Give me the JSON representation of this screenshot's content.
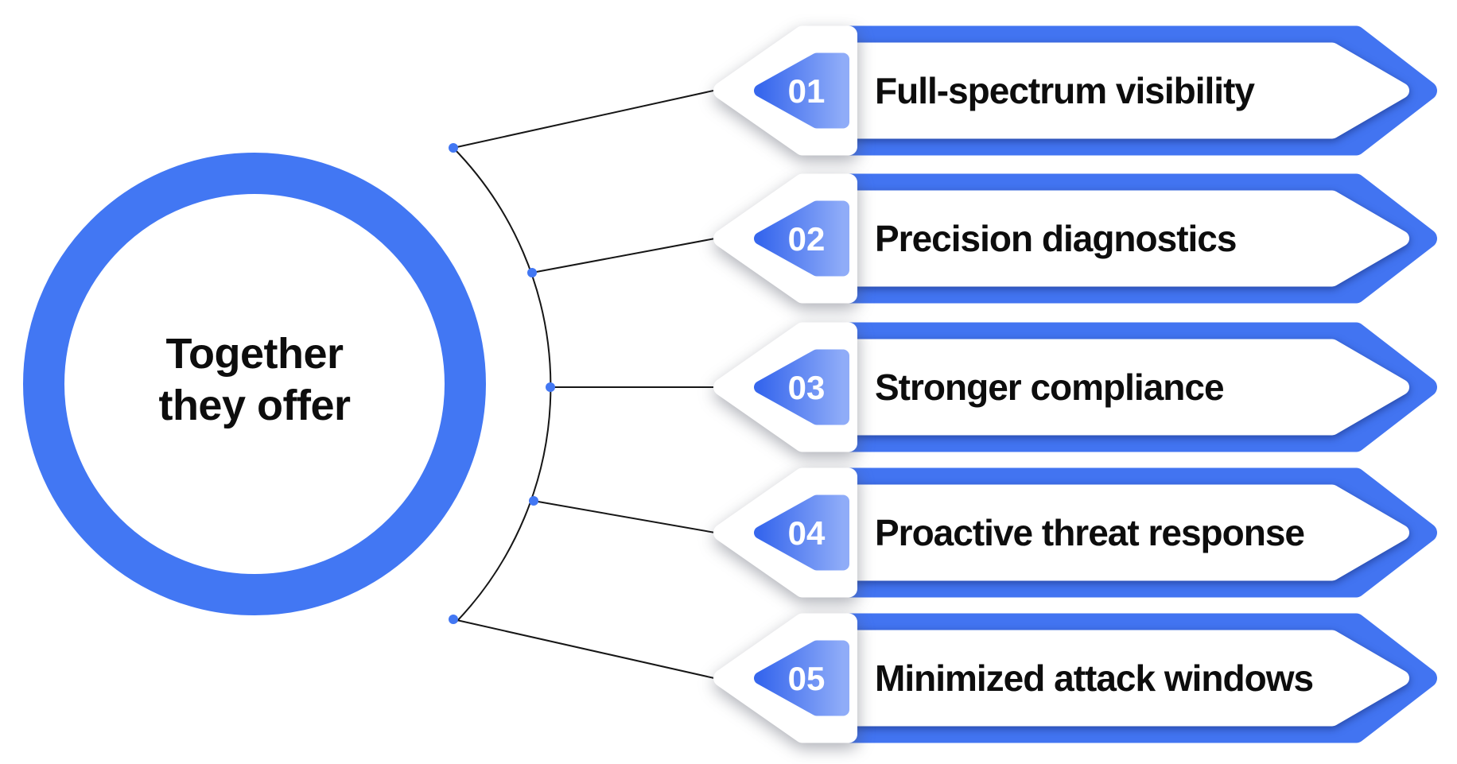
{
  "diagram": {
    "center_label": {
      "line1": "Together",
      "line2": "they offer"
    },
    "items": [
      {
        "number": "01",
        "title": "Full-spectrum visibility"
      },
      {
        "number": "02",
        "title": "Precision diagnostics"
      },
      {
        "number": "03",
        "title": "Stronger compliance"
      },
      {
        "number": "04",
        "title": "Proactive threat response"
      },
      {
        "number": "05",
        "title": "Minimized attack windows"
      }
    ],
    "colors": {
      "accent_blue": "#4274F1",
      "ring_blue": "#4277F3",
      "pentagon_gradient_start": "#3767ED",
      "pentagon_gradient_end": "#8FACF8",
      "title_text": "#0D0D0D",
      "number_text": "#FFFFFF",
      "connector_line": "#161616",
      "background": "#FFFFFF"
    }
  }
}
